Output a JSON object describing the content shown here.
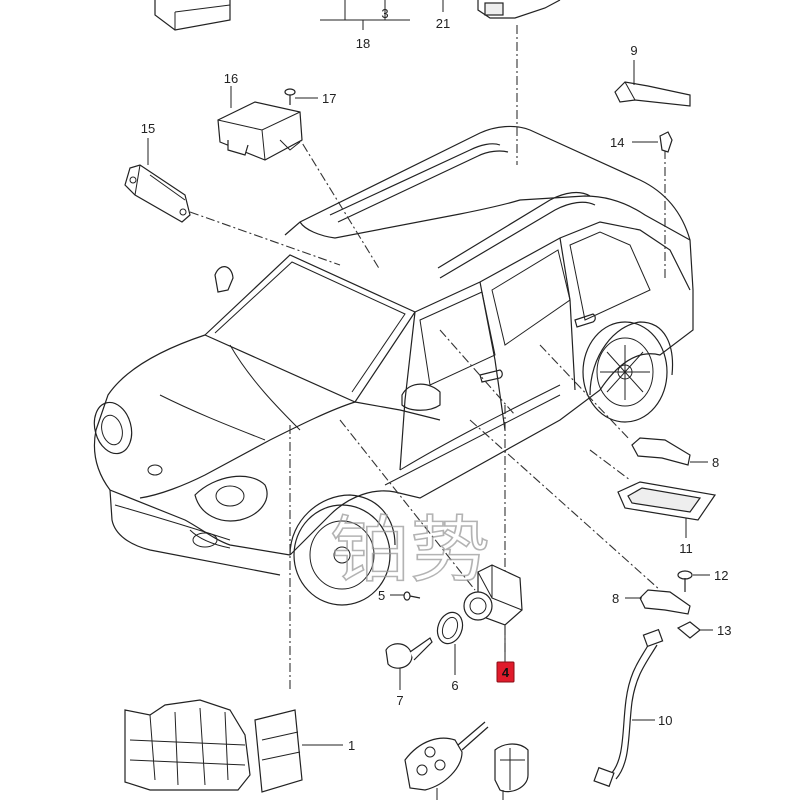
{
  "callouts": {
    "c1": "1",
    "c3": "3",
    "c4": "4",
    "c5": "5",
    "c6": "6",
    "c7": "7",
    "c8a": "8",
    "c8b": "8",
    "c9": "9",
    "c10": "10",
    "c11": "11",
    "c12": "12",
    "c13": "13",
    "c14": "14",
    "c15": "15",
    "c16": "16",
    "c17": "17",
    "c18": "18",
    "c21": "21"
  },
  "watermark": "铂势",
  "colors": {
    "highlight": "#e01b2b",
    "line": "#222222",
    "background": "#ffffff"
  }
}
